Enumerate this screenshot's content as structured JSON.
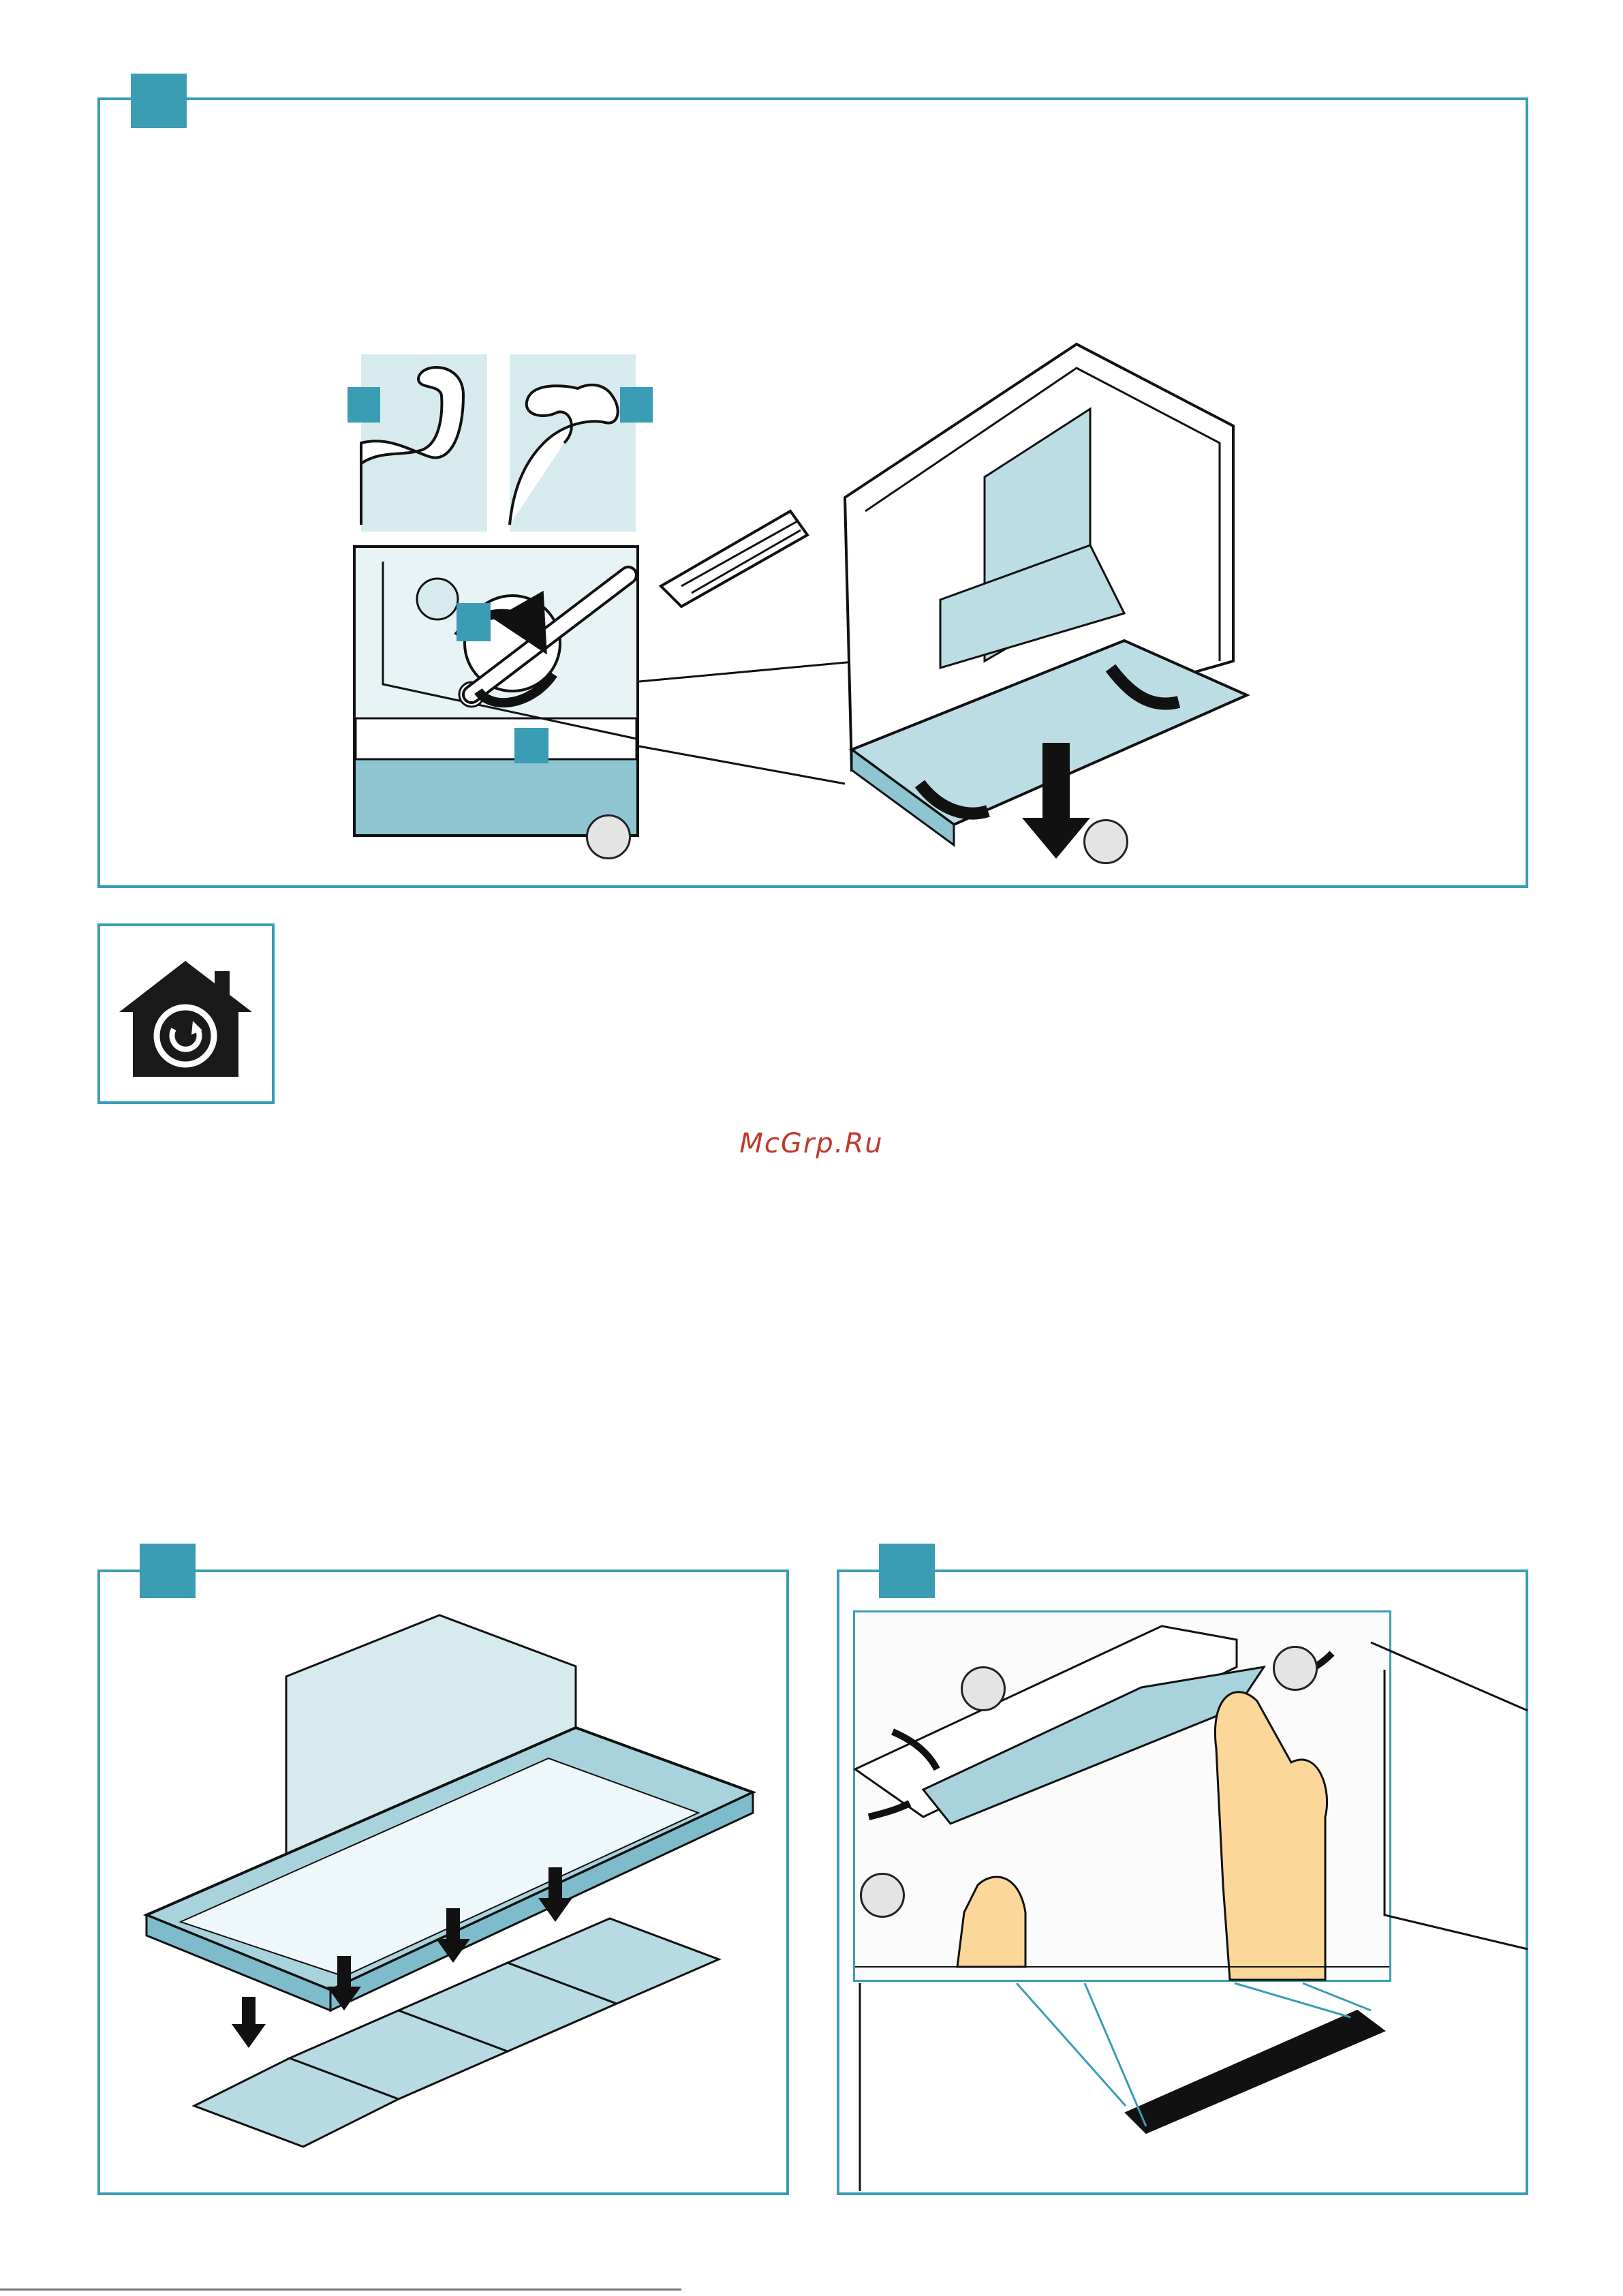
{
  "page": {
    "watermark": "McGrp.Ru",
    "accent_color": "#3a9db4",
    "fill_color": "#bcdde4",
    "dark_fill": "#8ec5d1"
  },
  "panels": [
    {
      "id": "step-panel-1",
      "icons": [
        "muscle-arm-relaxed-icon",
        "muscle-arm-flexed-icon",
        "screwdriver-icon",
        "rotate-arrow-icon",
        "down-arrow-icon"
      ]
    },
    {
      "id": "maintenance-info-panel",
      "icons": [
        "home-refresh-icon"
      ]
    },
    {
      "id": "step-panel-2",
      "icons": [
        "down-arrow-icon",
        "grease-filter-icon"
      ]
    },
    {
      "id": "step-panel-3",
      "icons": [
        "push-arrow-icon",
        "hand-icon"
      ]
    }
  ]
}
